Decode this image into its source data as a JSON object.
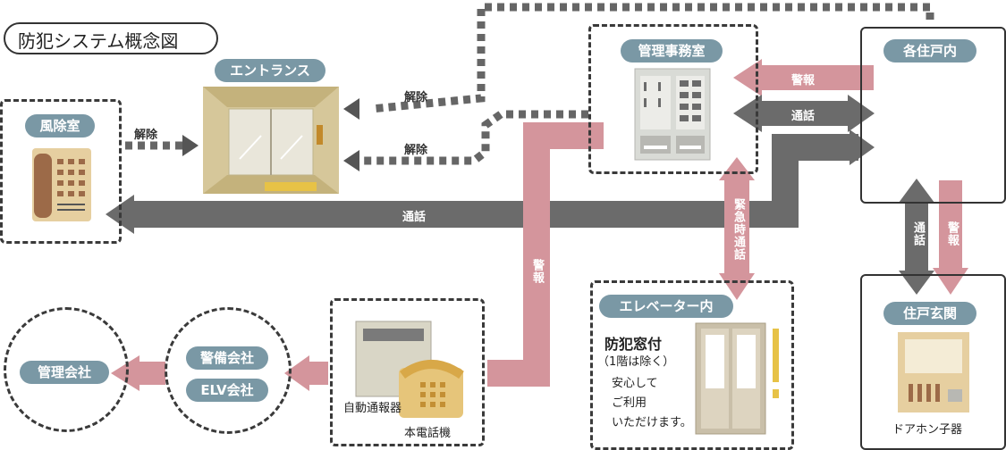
{
  "title": "防犯システム概念図",
  "nodes": {
    "fuujoshitsu": "風除室",
    "entrance": "エントランス",
    "kanri_jimushitsu": "管理事務室",
    "kakujuko": "各住戸内",
    "jukogenkan": "住戸玄関",
    "elevator": "エレベーター内",
    "kanri_kaisha": "管理会社",
    "keibi_kaisha": "警備会社",
    "elv_kaisha": "ELV会社"
  },
  "arrow_labels": {
    "kaijo_1": "解除",
    "kaijo_2": "解除",
    "kaijo_3": "解除",
    "keihou_1": "警報",
    "tsuwa_1": "通話",
    "tsuwa_main": "通話",
    "keihou_vertical": "警報",
    "kinkyuji_tsuwa": "緊急時通話",
    "tsuwa_right": "通話",
    "keihou_right": "警報"
  },
  "device_labels": {
    "jidou_tsuhouki": "自動通報器",
    "hon_denwaki": "本電話機",
    "doahon_koki": "ドアホン子器"
  },
  "elevator_text": {
    "heading": "防犯窓付",
    "note": "（1階は除く）",
    "line1": "安心して",
    "line2": "ご利用",
    "line3": "いただけます。"
  },
  "colors": {
    "pink": "#d4959c",
    "gray": "#6b6b6b",
    "pill": "#7a98a5",
    "tan": "#e6cfa0",
    "wall": "#d6c79a"
  }
}
